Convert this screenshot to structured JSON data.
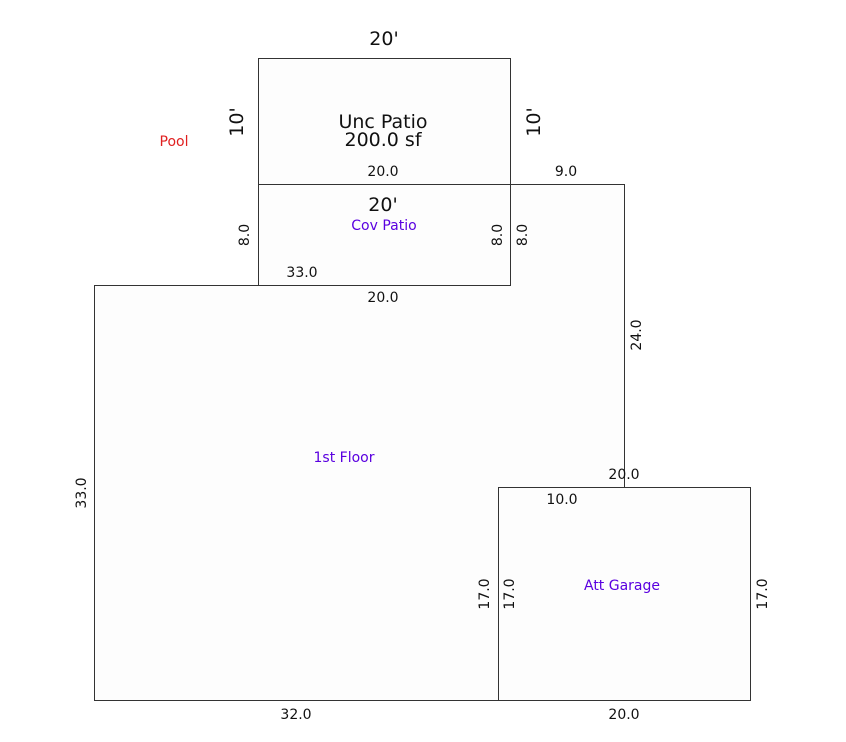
{
  "colors": {
    "room_label": "#5a00e0",
    "pool_label": "#e02020",
    "outline": "#333333"
  },
  "pool": {
    "label": "Pool"
  },
  "unc_patio": {
    "name": "Unc Patio",
    "area": "200.0 sf",
    "top_dim": "20'",
    "left_dim": "10'",
    "right_dim": "10'"
  },
  "cov_patio": {
    "name": "Cov Patio",
    "inner_width": "20'",
    "top_dim": "20.0",
    "left_dim": "8.0",
    "right_dim": "8.0",
    "bottom_dim": "20.0"
  },
  "first_floor": {
    "name": "1st Floor",
    "top_left_dim": "33.0",
    "top_right_dim": "9.0",
    "right_dim_outer": "8.0",
    "right_dim": "24.0",
    "left_dim": "33.0",
    "bottom_dim": "32.0"
  },
  "att_garage": {
    "name": "Att Garage",
    "top_dim": "20.0",
    "inner_top_dim": "10.0",
    "left_dim_outer": "17.0",
    "left_dim_inner": "17.0",
    "right_dim": "17.0",
    "bottom_dim": "20.0"
  }
}
